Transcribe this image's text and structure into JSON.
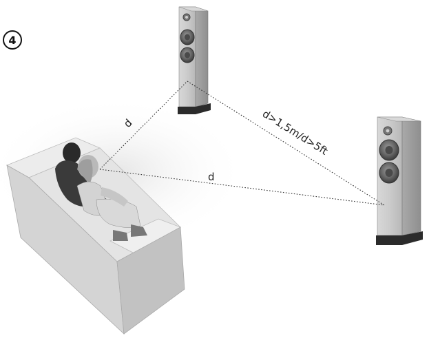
{
  "step_badge": "4",
  "labels": {
    "distance_left": "d",
    "distance_bottom": "d",
    "distance_speakers": "d>1,5m/d>5ft"
  },
  "colors": {
    "cabinet_wood": "#c9c9c9",
    "sofa": "#dedede",
    "line": "#333333"
  }
}
